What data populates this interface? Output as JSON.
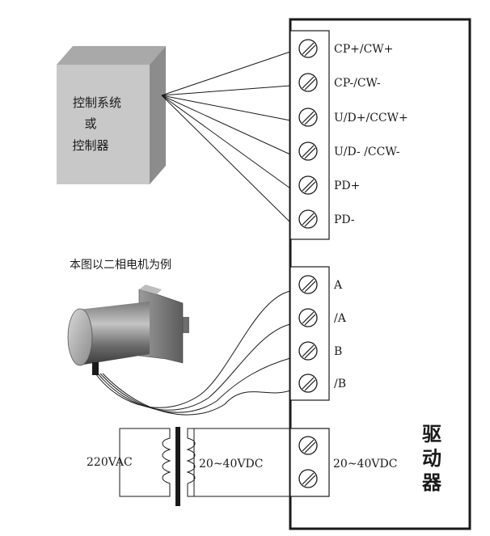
{
  "controller": {
    "line1": "控制系统",
    "line2": "或",
    "line3": "控制器"
  },
  "motor_note": "本图以二相电机为例",
  "driver_title": [
    "驱",
    "动",
    "器"
  ],
  "control_terminals": [
    "CP+/CW+",
    "CP-/CW-",
    "U/D+/CCW+",
    "U/D- /CCW-",
    "PD+",
    "PD-"
  ],
  "motor_terminals": [
    "A",
    "/A",
    "B",
    "/B"
  ],
  "power_terminal_label": "20~40VDC",
  "transformer": {
    "input_label": "220VAC",
    "output_label": "20~40VDC"
  },
  "colors": {
    "line": "#1a1a1a",
    "box_front": "#c8c8c8",
    "box_side": "#8c8c8c",
    "box_top": "#a9a9a9",
    "motor_dark": "#5a5a5a",
    "motor_light": "#a0a0a0"
  }
}
